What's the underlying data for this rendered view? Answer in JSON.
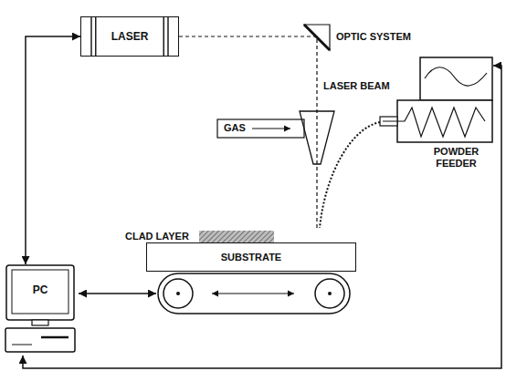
{
  "diagram": {
    "nodes": [
      {
        "text": [
          "LASER"
        ]
      },
      {
        "text": [
          "PC"
        ]
      },
      {
        "text": [
          "SUBSTRATE"
        ]
      },
      {
        "text": [
          "POWDER FEEDER"
        ]
      }
    ],
    "edges": [
      {
        "from": 0,
        "to": 1,
        "arrow": "both"
      },
      {
        "from": 1,
        "to": 3,
        "arrow": "both"
      }
    ],
    "labels": [
      "OPTIC SYSTEM",
      "LASER BEAM",
      "GAS",
      "CLAD LAYER"
    ]
  }
}
